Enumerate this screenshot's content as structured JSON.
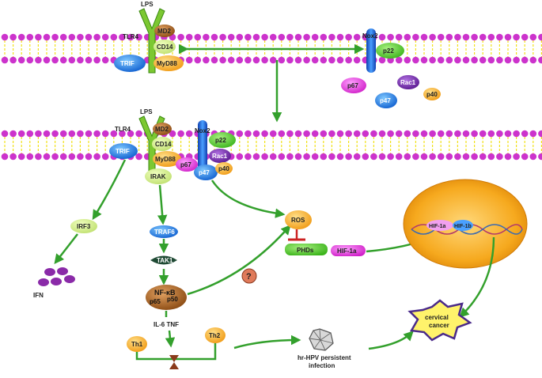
{
  "top_membrane": {
    "lps": "LPS",
    "tlr4": "TLR4",
    "md2": "MD2",
    "cd14": "CD14",
    "trif": "TRIF",
    "myd88": "MyD88",
    "nox2": "Nox2",
    "p22": "p22",
    "p67": "p67",
    "rac1": "Rac1",
    "p47": "p47",
    "p40": "p40"
  },
  "bottom_membrane": {
    "lps": "LPS",
    "tlr4": "TLR4",
    "md2": "MD2",
    "cd14": "CD14",
    "trif": "TRIF",
    "myd88": "MyD88",
    "irak": "IRAK",
    "nox2": "Nox2",
    "p22": "p22",
    "rac1": "Rac1",
    "p67": "p67",
    "p47": "p47",
    "p40": "p40"
  },
  "pathway": {
    "irf3": "IRF3",
    "ifn": "IFN",
    "traf6": "TRAF6",
    "tak1": "TAK1",
    "nfkb": "NF-κB",
    "p65": "p65",
    "p50": "p50",
    "question": "?",
    "cytokines": "IL-6 TNF",
    "th1": "Th1",
    "th2": "Th2",
    "ros": "ROS",
    "phds": "PHDs",
    "hif1a": "HIF-1a",
    "nucleus_hif1a": "HIF-1a",
    "nucleus_hif1b": "HIF-1b",
    "hrhpv_line1": "hr-HPV persistent",
    "hrhpv_line2": "infection",
    "cervical_line1": "cervical",
    "cervical_line2": "cancer"
  },
  "colors": {
    "membrane_head": "#cc33cc",
    "membrane_tail": "#f2e21a",
    "arrow": "#33a02c",
    "receptor": "#7cc832",
    "inhibitor": "#cc2222",
    "nucleus": "#f4a41c",
    "nfkb": "#8a4a12"
  }
}
